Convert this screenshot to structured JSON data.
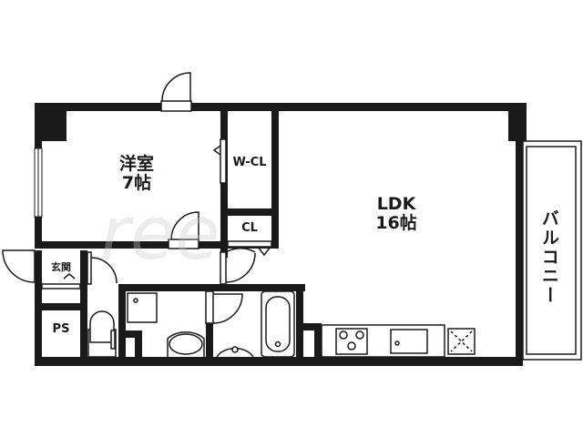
{
  "floor_plan": {
    "rooms": {
      "western_room": {
        "name": "洋室",
        "size": "7帖"
      },
      "walk_in_closet": {
        "name": "W-CL"
      },
      "closet": {
        "name": "CL"
      },
      "ldk": {
        "name": "LDK",
        "size": "16帖"
      },
      "balcony": {
        "name": "バルコニー"
      },
      "entrance": {
        "name": "玄関"
      },
      "pipe_space": {
        "name": "PS"
      }
    },
    "watermark": "ree",
    "colors": {
      "wall": "#1a1a1a",
      "line": "#1a1a1a",
      "background": "#ffffff"
    }
  }
}
